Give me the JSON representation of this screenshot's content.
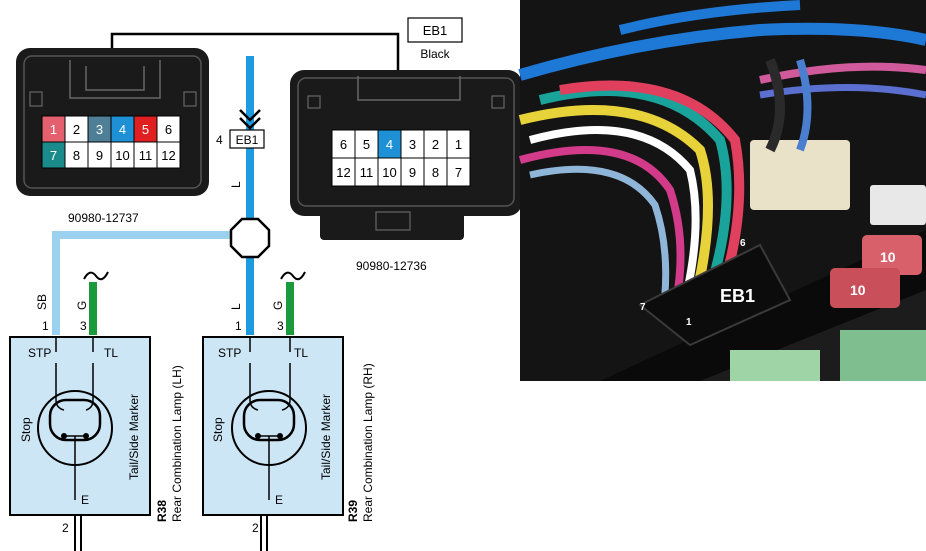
{
  "connector_left": {
    "part_number": "90980-12737",
    "pins_row1": [
      "1",
      "2",
      "3",
      "4",
      "5",
      "6"
    ],
    "pins_row2": [
      "7",
      "8",
      "9",
      "10",
      "11",
      "12"
    ],
    "pin_colors": {
      "1": "#e4606f",
      "3": "#4f7f96",
      "4": "#1e90d6",
      "5": "#e02020",
      "7": "#1b8a8a"
    }
  },
  "connector_right": {
    "label": "EB1",
    "color": "Black",
    "part_number": "90980-12736",
    "pins_row1": [
      "6",
      "5",
      "4",
      "3",
      "2",
      "1"
    ],
    "pins_row2": [
      "12",
      "11",
      "10",
      "9",
      "8",
      "7"
    ],
    "highlight_pin": "4",
    "highlight_color": "#1e90d6"
  },
  "wires": {
    "main_pin": "4",
    "main_connector": "EB1",
    "main_color": "L",
    "sb_color": "SB",
    "sb_pin": "1",
    "lh_ground_color": "G",
    "lh_ground_pin": "3",
    "rh_main_color": "L",
    "rh_main_pin": "1",
    "rh_ground_color": "G",
    "rh_ground_pin": "3",
    "color_blue": "#1e9be0",
    "color_light_blue": "#9bd0ee",
    "color_green": "#1a9a3a"
  },
  "lamp_lh": {
    "stp": "STP",
    "tl": "TL",
    "stop": "Stop",
    "tail": "Tail/Side Marker",
    "e": "E",
    "e_pin": "2",
    "code": "R38",
    "name": "Rear Combination Lamp (LH)"
  },
  "lamp_rh": {
    "stp": "STP",
    "tl": "TL",
    "stop": "Stop",
    "tail": "Tail/Side Marker",
    "e": "E",
    "e_pin": "2",
    "code": "R39",
    "name": "Rear Combination Lamp (RH)"
  },
  "photo": {
    "connector_label": "EB1",
    "pin_6": "6",
    "pin_7": "7",
    "pin_1": "1",
    "fuse_label_1": "10",
    "fuse_label_2": "10"
  }
}
